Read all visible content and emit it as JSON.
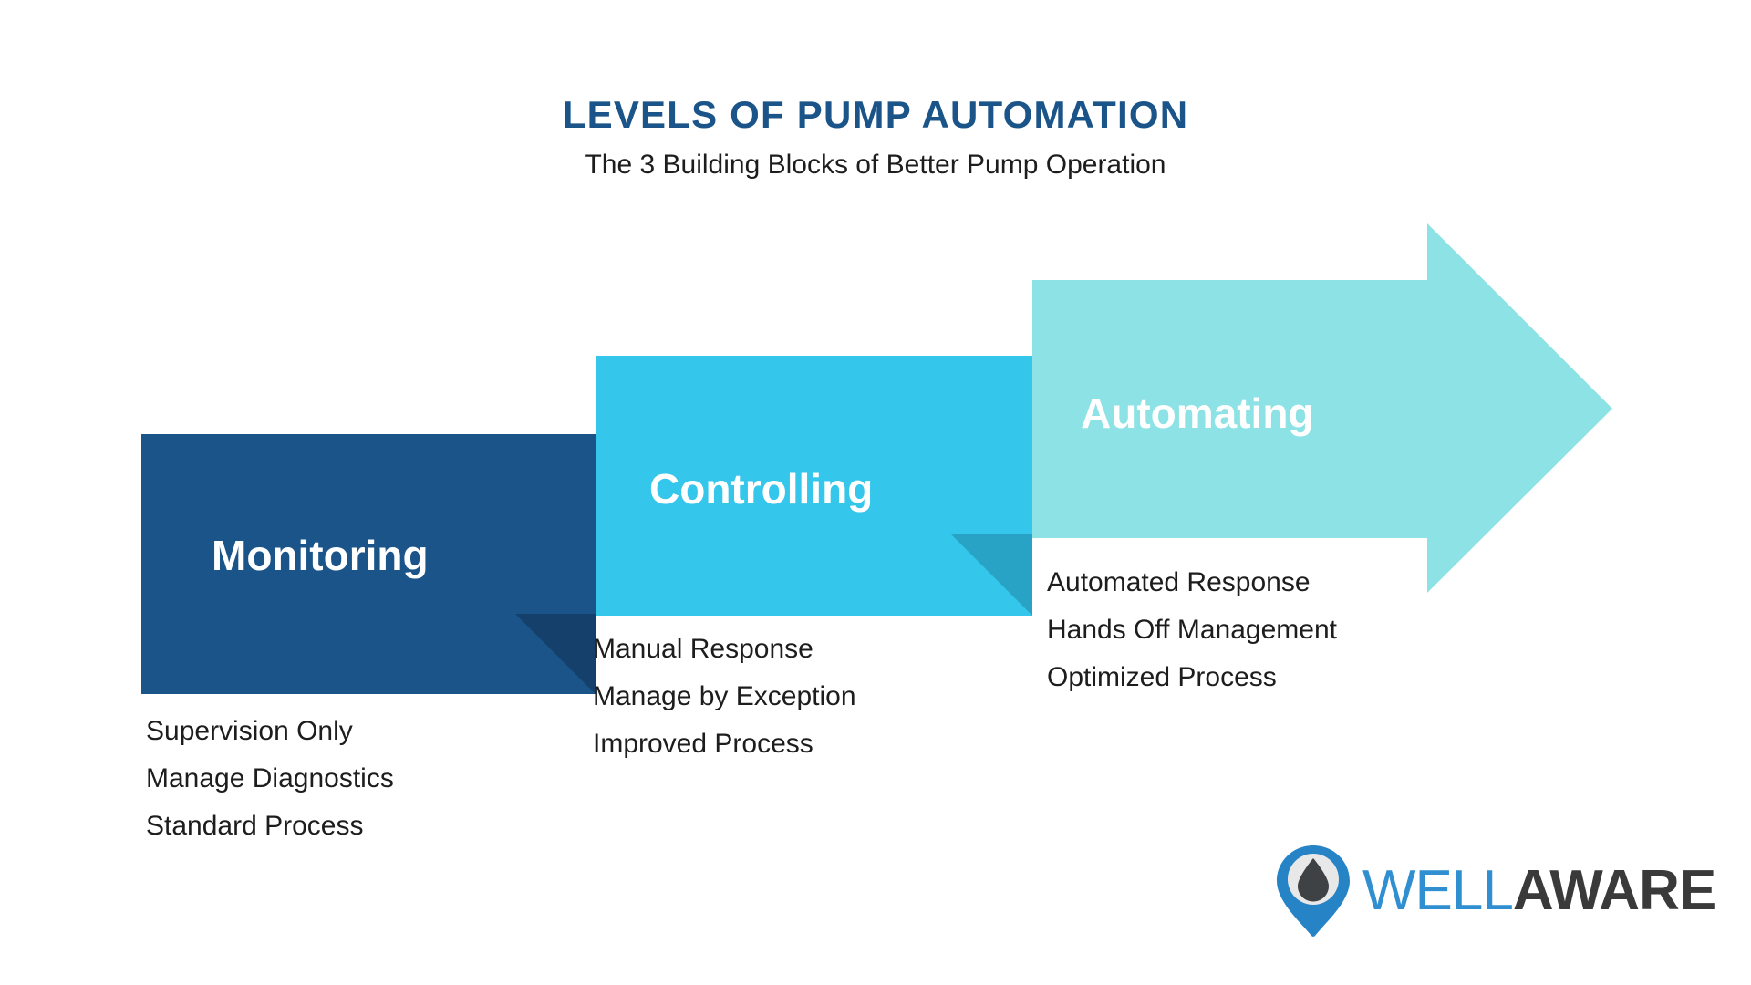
{
  "header": {
    "title": "LEVELS OF PUMP AUTOMATION",
    "subtitle": "The 3 Building Blocks of Better Pump Operation"
  },
  "colors": {
    "title_blue": "#1A5488",
    "monitoring_fill": "#1A5488",
    "monitoring_fold": "#14406B",
    "controlling_fill": "#35C6EC",
    "controlling_fold": "#28A3C6",
    "automating_fill": "#8CE2E4",
    "body_text": "#1d1d1d",
    "background": "#ffffff",
    "logo_blue": "#2F8FD0",
    "logo_gray": "#3A3A3A",
    "logo_inner_circle": "#E8E8E8"
  },
  "stages": [
    {
      "id": "monitoring",
      "label": "Monitoring",
      "bullets": [
        "Supervision Only",
        "Manage Diagnostics",
        "Standard Process"
      ]
    },
    {
      "id": "controlling",
      "label": "Controlling",
      "bullets": [
        "Manual Response",
        "Manage by Exception",
        "Improved Process"
      ]
    },
    {
      "id": "automating",
      "label": "Automating",
      "bullets": [
        "Automated Response",
        "Hands Off Management",
        "Optimized Process"
      ]
    }
  ],
  "logo": {
    "icon": "location-pin-droplet-icon",
    "word_primary": "WELL",
    "word_secondary": "AWARE"
  }
}
